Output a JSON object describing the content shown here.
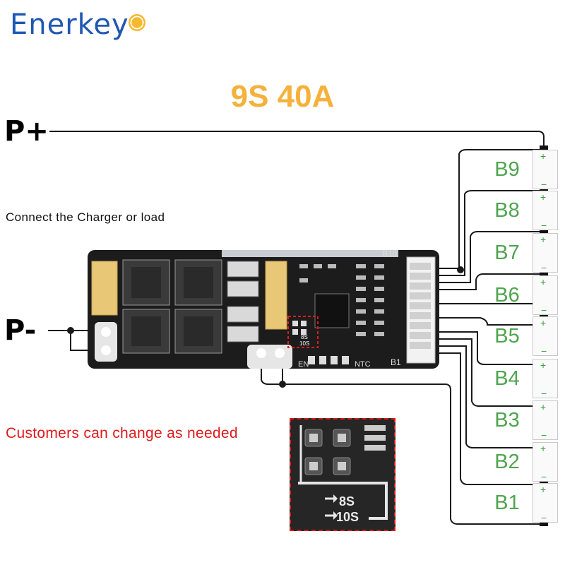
{
  "brand": {
    "name": "Enerkey"
  },
  "title": "9S  40A",
  "terminals": {
    "positive": "P+",
    "negative": "P-"
  },
  "note": "Connect the Charger or load",
  "change_note": "Customers can change as needed",
  "cells": [
    "B9",
    "B8",
    "B7",
    "B6",
    "B5",
    "B4",
    "B3",
    "B2",
    "B1"
  ],
  "board": {
    "top_label": "B10",
    "bottom_label": "B1",
    "en_label": "EN",
    "ntc_label": "NTC",
    "select_labels": [
      "8S",
      "10S"
    ]
  },
  "zoom": {
    "labels": [
      "8S",
      "10S"
    ]
  },
  "colors": {
    "brand": "#1f57b3",
    "title": "#f4b23c",
    "cell_label": "#4fa54f",
    "alert": "#e0191b"
  }
}
